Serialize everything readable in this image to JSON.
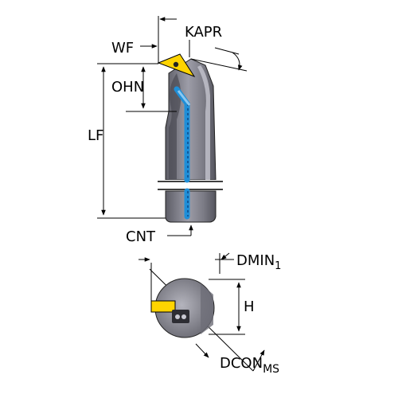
{
  "labels": {
    "kapr": "KAPR",
    "wf": "WF",
    "ohn": "OHN",
    "lf": "LF",
    "cnt": "CNT",
    "dmin": "DMIN",
    "dmin_sub": "1",
    "h": "H",
    "dcon": "DCON",
    "dcon_sub": "MS"
  },
  "colors": {
    "body_dark": "#55555d",
    "body_light": "#9b9ba6",
    "insert": "#ffd400",
    "coolant": "#1f8fd8",
    "outline": "#000000"
  }
}
